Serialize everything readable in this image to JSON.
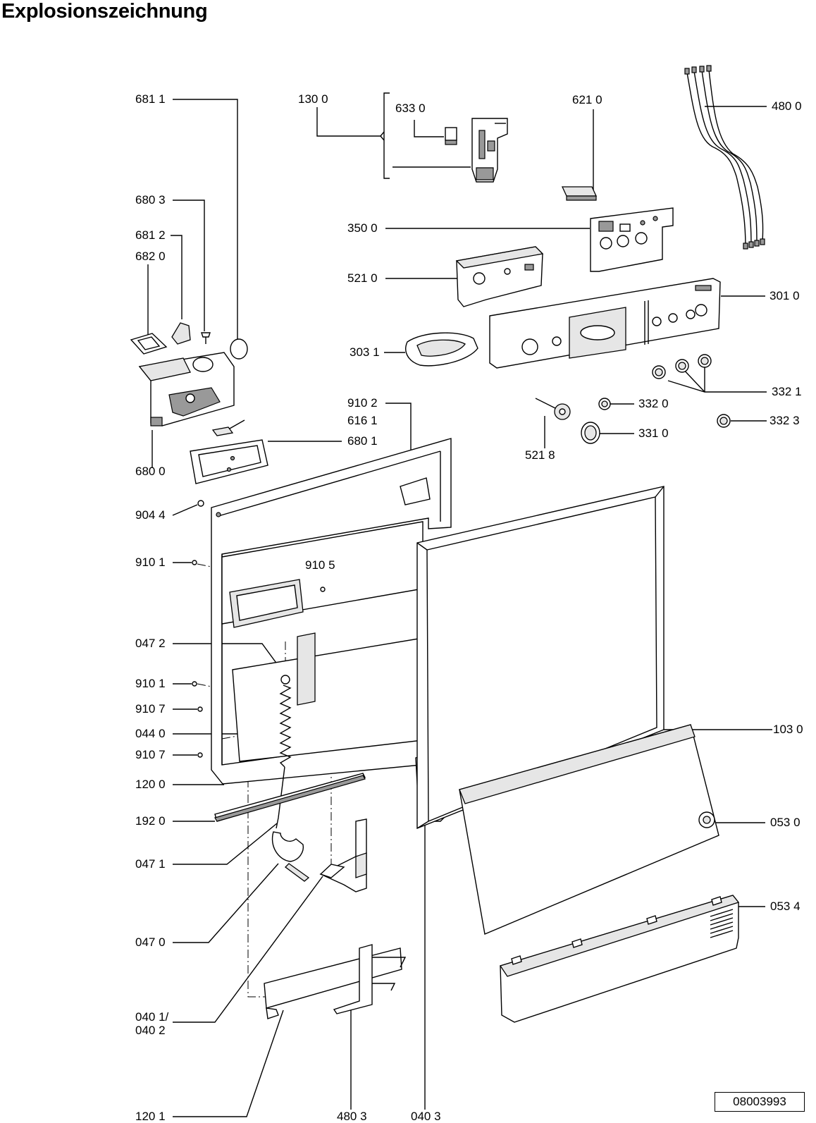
{
  "title": "Explosionszeichnung",
  "doc_number": "08003993",
  "labels": {
    "l6811": "681 1",
    "l1300": "130 0",
    "l6330": "633 0",
    "l6210": "621 0",
    "l4800": "480 0",
    "l6803": "680 3",
    "l6812": "681 2",
    "l6820": "682 0",
    "l3500": "350 0",
    "l5210": "521 0",
    "l3010": "301 0",
    "l3031": "303 1",
    "l3321": "332 1",
    "l9102": "910 2",
    "l3320": "332 0",
    "l3323": "332 3",
    "l6161": "616 1",
    "l3310": "331 0",
    "l6801": "680 1",
    "l5218": "521 8",
    "l6800": "680 0",
    "l9044": "904 4",
    "l9101a": "910 1",
    "l9105": "910 5",
    "l0472": "047 2",
    "l9101b": "910 1",
    "l9107a": "910 7",
    "l0440": "044 0",
    "l1030": "103 0",
    "l9107b": "910 7",
    "l1200": "120 0",
    "l1920": "192 0",
    "l0530": "053 0",
    "l0471": "047 1",
    "l0534": "053 4",
    "l0470": "047 0",
    "l0401": "040 1/",
    "l0402": "040 2",
    "l1201": "120 1",
    "l4803": "480 3",
    "l0403": "040 3"
  }
}
